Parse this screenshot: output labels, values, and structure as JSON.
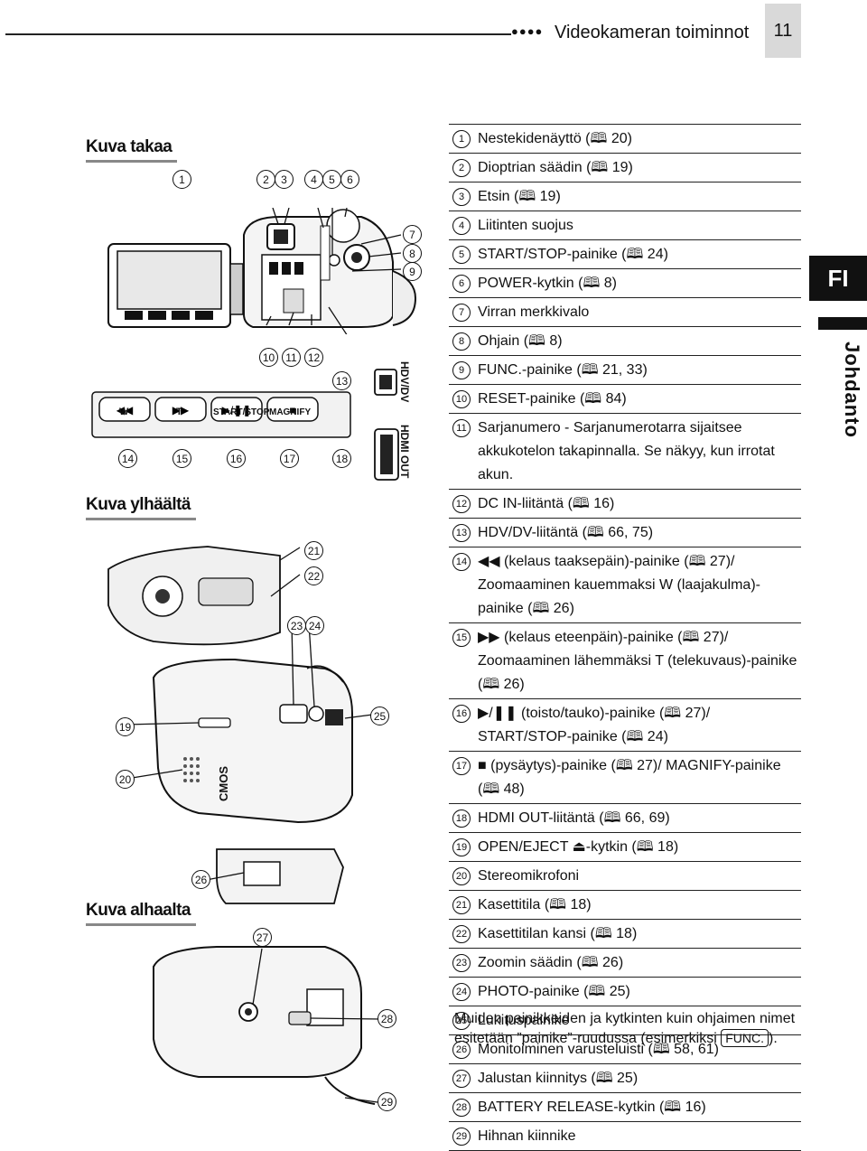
{
  "header": {
    "dots": "●●●●",
    "title": "Videokameran toiminnot",
    "page_number": "11"
  },
  "side": {
    "language_tab": "FI",
    "section_label": "Johdanto"
  },
  "sections": {
    "back": "Kuva takaa",
    "top": "Kuva ylhäältä",
    "bottom": "Kuva alhaalta"
  },
  "figure_labels": {
    "button_w": "W",
    "button_t": "T",
    "button_play": "START/STOP",
    "button_stop": "MAGNIFY",
    "hdv_dv": "HDV/DV",
    "hdmi_out": "HDMI OUT",
    "cmos": "CMOS"
  },
  "callouts": [
    "1",
    "2",
    "3",
    "4",
    "5",
    "6",
    "7",
    "8",
    "9",
    "10",
    "11",
    "12",
    "13",
    "14",
    "15",
    "16",
    "17",
    "18",
    "19",
    "20",
    "21",
    "22",
    "23",
    "24",
    "25",
    "26",
    "27",
    "28",
    "29"
  ],
  "items": [
    {
      "num": "1",
      "text": "Nestekidenäyttö (🕮 20)"
    },
    {
      "num": "2",
      "text": "Dioptrian säädin (🕮 19)"
    },
    {
      "num": "3",
      "text": "Etsin (🕮 19)"
    },
    {
      "num": "4",
      "text": "Liitinten suojus"
    },
    {
      "num": "5",
      "text": "START/STOP-painike (🕮 24)"
    },
    {
      "num": "6",
      "text": "POWER-kytkin (🕮 8)"
    },
    {
      "num": "7",
      "text": "Virran merkkivalo"
    },
    {
      "num": "8",
      "text": "Ohjain (🕮 8)"
    },
    {
      "num": "9",
      "text": "FUNC.-painike (🕮 21, 33)"
    },
    {
      "num": "10",
      "text": "RESET-painike (🕮 84)"
    },
    {
      "num": "11",
      "text": "Sarjanumero - Sarjanumerotarra sijaitsee akkukotelon takapinnalla. Se näkyy, kun irrotat akun."
    },
    {
      "num": "12",
      "text": "DC IN-liitäntä (🕮 16)"
    },
    {
      "num": "13",
      "text": "HDV/DV-liitäntä (🕮 66, 75)"
    },
    {
      "num": "14",
      "text": "◀◀ (kelaus taaksepäin)-painike (🕮 27)/ Zoomaaminen kauemmaksi W (laajakulma)-painike (🕮 26)"
    },
    {
      "num": "15",
      "text": "▶▶ (kelaus eteenpäin)-painike (🕮 27)/ Zoomaaminen lähemmäksi T (telekuvaus)-painike (🕮 26)"
    },
    {
      "num": "16",
      "text": "▶/❚❚ (toisto/tauko)-painike (🕮 27)/ START/STOP-painike (🕮 24)"
    },
    {
      "num": "17",
      "text": "■ (pysäytys)-painike (🕮 27)/ MAGNIFY-painike (🕮 48)"
    },
    {
      "num": "18",
      "text": "HDMI OUT-liitäntä (🕮 66, 69)"
    },
    {
      "num": "19",
      "text": "OPEN/EJECT ⏏-kytkin (🕮 18)"
    },
    {
      "num": "20",
      "text": "Stereomikrofoni"
    },
    {
      "num": "21",
      "text": "Kasettitila (🕮 18)"
    },
    {
      "num": "22",
      "text": "Kasettitilan kansi (🕮 18)"
    },
    {
      "num": "23",
      "text": "Zoomin säädin (🕮 26)"
    },
    {
      "num": "24",
      "text": "PHOTO-painike (🕮 25)"
    },
    {
      "num": "25",
      "text": "Lukituspainike"
    },
    {
      "num": "26",
      "text": "Monitoiminen varusteluisti (🕮 58, 61)"
    },
    {
      "num": "27",
      "text": "Jalustan kiinnitys (🕮 25)"
    },
    {
      "num": "28",
      "text": "BATTERY RELEASE-kytkin (🕮 16)"
    },
    {
      "num": "29",
      "text": "Hihnan kiinnike"
    }
  ],
  "note": {
    "text": "Muiden painikkeiden ja kytkinten kuin ohjaimen nimet esitetään ”painike”-ruudussa (esimerkiksi",
    "func_label": "FUNC.",
    "suffix": ")."
  }
}
